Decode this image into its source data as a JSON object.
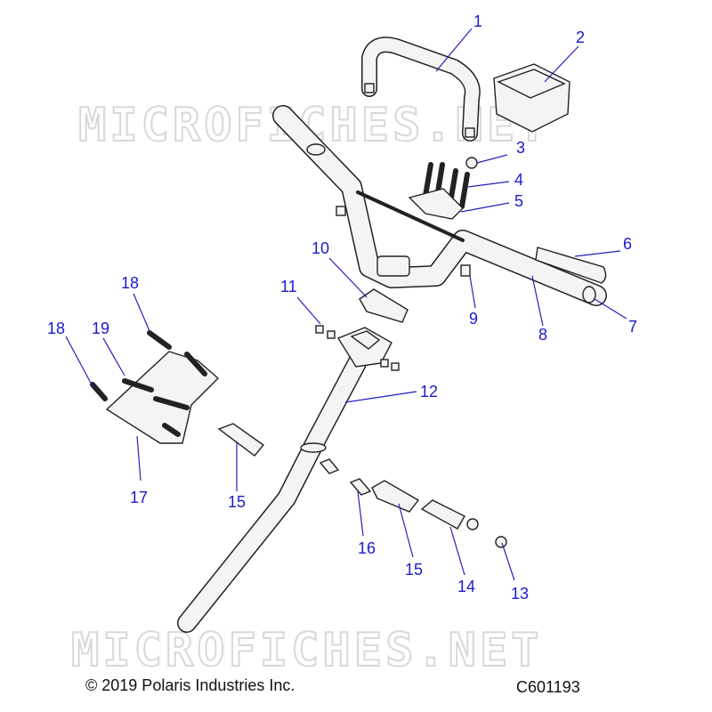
{
  "watermark": "MICROFICHES.NET",
  "copyright": "© 2019 Polaris Industries Inc.",
  "drawing_code": "C601193",
  "callouts": [
    "1",
    "2",
    "3",
    "4",
    "5",
    "6",
    "7",
    "8",
    "9",
    "10",
    "11",
    "12",
    "13",
    "14",
    "15",
    "15",
    "16",
    "17",
    "18",
    "18",
    "19"
  ],
  "colors": {
    "callout": "#1a1acc",
    "line": "#222222",
    "watermark": "#d8d8d8"
  }
}
